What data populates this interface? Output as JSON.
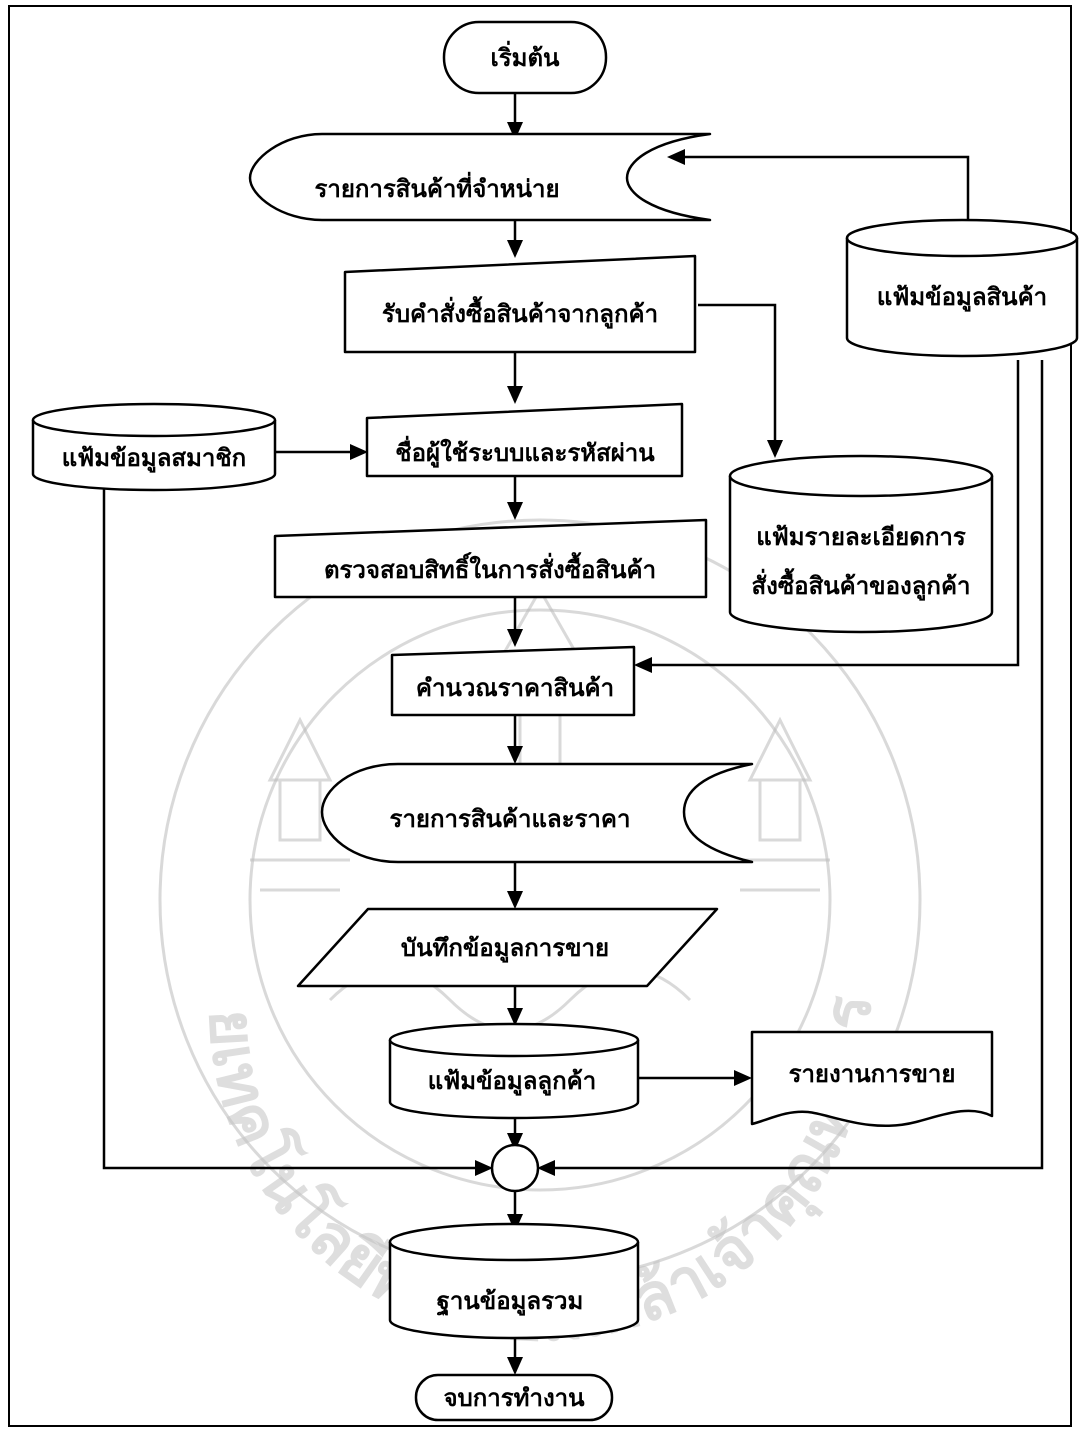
{
  "nodes": {
    "start": "เริ่มต้น",
    "product_list": "รายการสินค้าที่จำหน่าย",
    "receive_order": "รับคำสั่งซื้อสินค้าจากลูกค้า",
    "product_file": "แฟ้มข้อมูลสินค้า",
    "member_file": "แฟ้มข้อมูลสมาชิก",
    "login": "ชื่อผู้ใช้ระบบและรหัสผ่าน",
    "order_detail_file_line1": "แฟ้มรายละเอียดการ",
    "order_detail_file_line2": "สั่งซื้อสินค้าของลูกค้า",
    "check_rights": "ตรวจสอบสิทธิ์ในการสั่งซื้อสินค้า",
    "calc_price": "คำนวณราคาสินค้า",
    "product_price_list": "รายการสินค้าและราคา",
    "record_sales": "บันทึกข้อมูลการขาย",
    "customer_file": "แฟ้มข้อมูลลูกค้า",
    "sales_report": "รายงานการขาย",
    "central_db": "ฐานข้อมูลรวม",
    "end": "จบการทำงาน"
  },
  "watermark": {
    "text": "มหาวิทยาลัยเทคโนโลยีพระจอมเกล้าเจ้าคุณทหารลาดกระบัง"
  }
}
